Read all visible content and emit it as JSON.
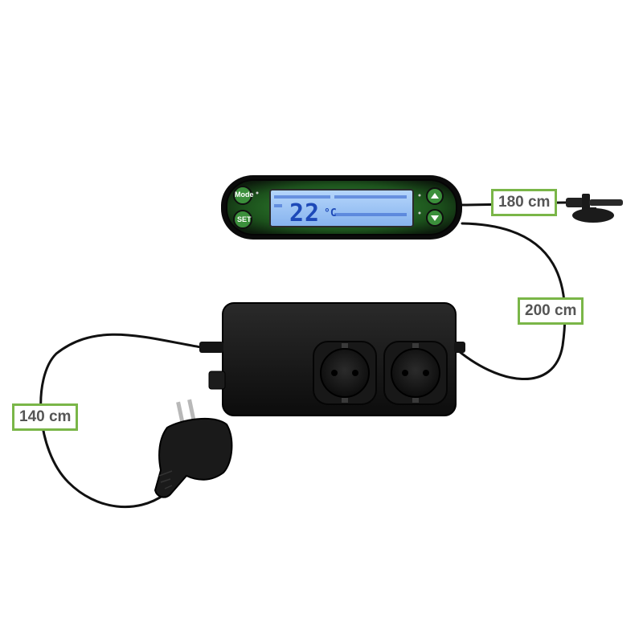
{
  "cable_labels": {
    "sensor_cable": "180 cm",
    "controller_cable": "200 cm",
    "power_cable": "140 cm"
  },
  "display": {
    "temperature": "22",
    "unit": "°C"
  },
  "buttons": {
    "mode": "Mode",
    "set": "SET"
  },
  "colors": {
    "label_border": "#7ab648",
    "label_text": "#555555",
    "lcd_background": "#9ec3f3",
    "lcd_text": "#1d49b8",
    "controller_body": "#111111",
    "controller_glow": "#2f8a2f",
    "cable": "#111111"
  },
  "icons": [
    "up-arrow-icon",
    "down-arrow-icon",
    "power-plug-icon",
    "socket-icon",
    "suction-cup-icon"
  ]
}
